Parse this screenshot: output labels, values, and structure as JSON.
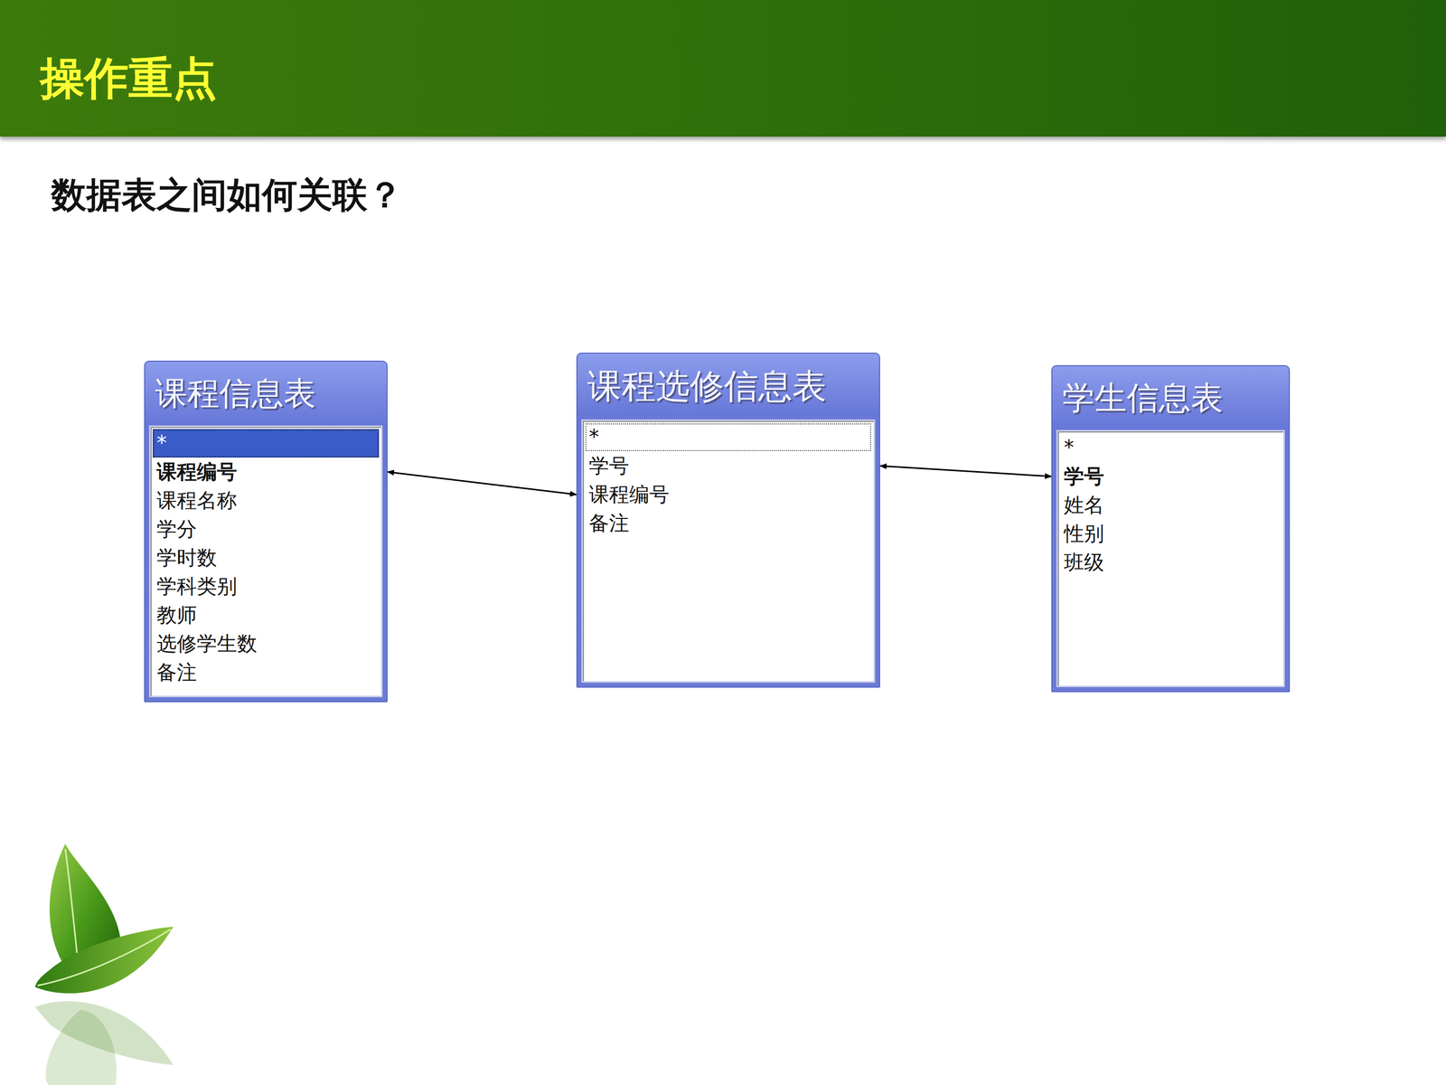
{
  "diagram": {
    "title": "操作重点",
    "nodes": [
      {
        "text": [
          "课程信息表",
          "*",
          "课程编号",
          "课程名称",
          "学分",
          "学时数",
          "学科类别",
          "教师",
          "选修学生数",
          "备注"
        ]
      },
      {
        "text": [
          "课程选修信息表",
          "*",
          "学号",
          "课程编号",
          "备注"
        ]
      },
      {
        "text": [
          "学生信息表",
          "*",
          "学号",
          "姓名",
          "性别",
          "班级"
        ]
      }
    ],
    "edges": [
      {
        "from": 0,
        "to": 1,
        "arrow": "both"
      },
      {
        "from": 1,
        "to": 2,
        "arrow": "both"
      }
    ],
    "labels": [
      "数据表之间如何关联？"
    ]
  }
}
